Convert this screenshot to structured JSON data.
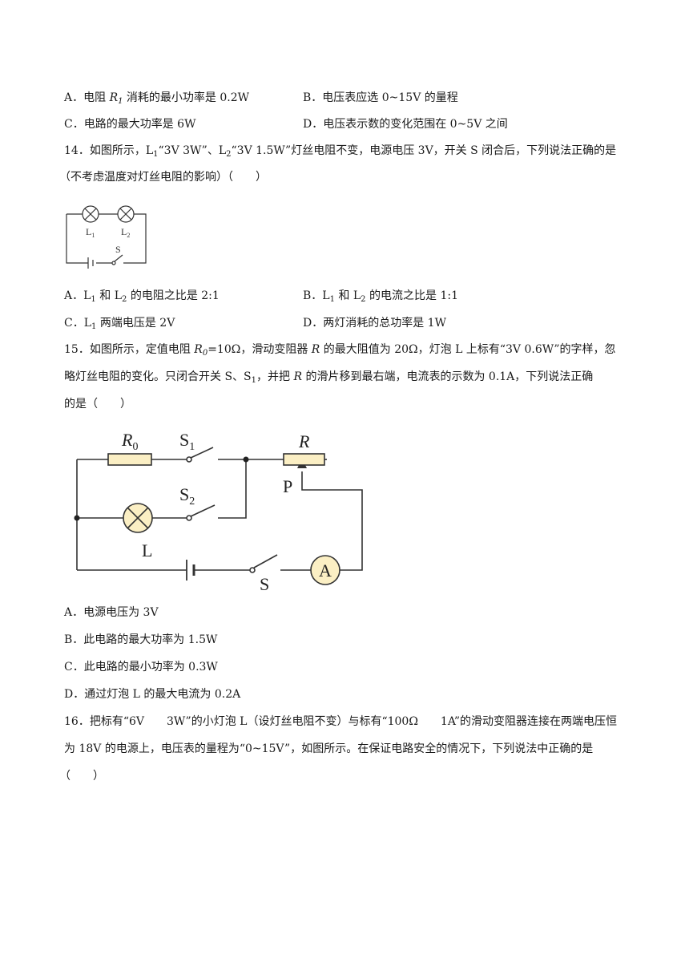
{
  "q13": {
    "opt_a": {
      "pre": "A．电阻 ",
      "var": "R",
      "sub": "1",
      "post": " 消耗的最小功率是 0.2W"
    },
    "opt_b": "B．电压表应选 0~15V 的量程",
    "opt_c": "C．电路的最大功率是 6W",
    "opt_d": "D．电压表示数的变化范围在 0~5V 之间"
  },
  "q14": {
    "line1": {
      "p1": "14．如图所示，L",
      "s1": "1",
      "p2": "“3V 3W”、L",
      "s2": "2",
      "p3": "“3V 1.5W”灯丝电阻不变，电源电压 3V，开关 S 闭合后，下列说法正确的是"
    },
    "line2": "（不考虑温度对灯丝电阻的影响）（　　）",
    "circuit": {
      "l1": "L",
      "l1_sub": "1",
      "l2": "L",
      "l2_sub": "2",
      "switch": "S"
    },
    "opt_a": {
      "p1": "A．L",
      "s1": "1",
      "p2": " 和 L",
      "s2": "2",
      "p3": " 的电阻之比是 2:1"
    },
    "opt_b": {
      "p1": "B．L",
      "s1": "1",
      "p2": " 和 L",
      "s2": "2",
      "p3": " 的电流之比是 1:1"
    },
    "opt_c": {
      "p1": "C．L",
      "s1": "1",
      "p2": " 两端电压是 2V"
    },
    "opt_d": "D．两灯消耗的总功率是 1W"
  },
  "q15": {
    "line1": {
      "p1": "15．如图所示，定值电阻 ",
      "v1": "R",
      "s1": "0",
      "p2": "=10Ω，滑动变阻器 ",
      "v2": "R",
      "p3": " 的最大阻值为 20Ω，灯泡 L 上标有“3V 0.6W”的字样，忽"
    },
    "line2": {
      "p1": "略灯丝电阻的变化。只闭合开关 S、S",
      "s1": "1",
      "p2": "，并把 ",
      "v1": "R",
      "p3": " 的滑片移到最右端，电流表的示数为 0.1A，下列说法正确"
    },
    "line3": "的是（　　）",
    "circuit": {
      "r0": "R",
      "r0_sub": "0",
      "s1": "S",
      "s1_sub": "1",
      "r": "R",
      "p": "P",
      "s2": "S",
      "s2_sub": "2",
      "lamp": "L",
      "switch": "S",
      "ammeter": "A"
    },
    "opt_a": "A．电源电压为 3V",
    "opt_b": "B．此电路的最大功率为 1.5W",
    "opt_c": "C．此电路的最小功率为 0.3W",
    "opt_d": "D．通过灯泡 L 的最大电流为 0.2A"
  },
  "q16": {
    "line1": "16．把标有“6V　　3W”的小灯泡 L（设灯丝电阻不变）与标有“100Ω　　1A”的滑动变阻器连接在两端电压恒",
    "line2": "为 18V 的电源上，电压表的量程为“0~15V”，如图所示。在保证电路安全的情况下，下列说法中正确的是",
    "line3": "（　　）"
  }
}
